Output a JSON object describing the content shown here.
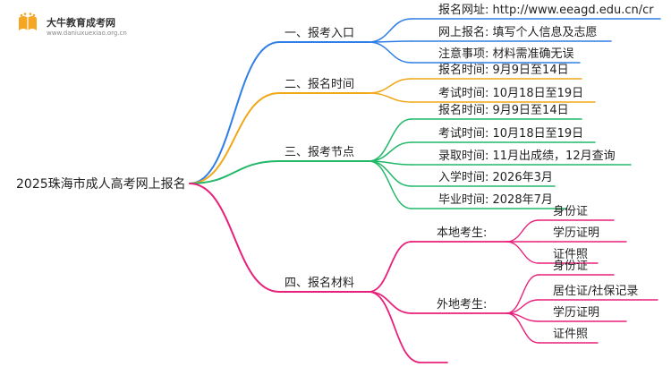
{
  "logo": {
    "title": "大牛教育成考网",
    "url": "www.daniuxuexiao.org.cn"
  },
  "root": "2025珠海市成人高考网上报名",
  "colors": {
    "branch1": "#2f7fe6",
    "branch2": "#f0a818",
    "branch3": "#22b86a",
    "branch4": "#e8207a"
  },
  "branches": [
    {
      "label": "一、报考入口",
      "children": [
        "报名网址: http://www.eeagd.edu.cn/cr",
        "网上报名: 填写个人信息及志愿",
        "注意事项: 材料需准确无误"
      ]
    },
    {
      "label": "二、报名时间",
      "children": [
        "报名时间: 9月9日至14日",
        "考试时间: 10月18日至19日"
      ]
    },
    {
      "label": "三、报考节点",
      "children": [
        "报名时间: 9月9日至14日",
        "考试时间: 10月18日至19日",
        "录取时间: 11月出成绩，12月查询",
        "入学时间: 2026年3月",
        "毕业时间: 2028年7月"
      ]
    },
    {
      "label": "四、报名材料",
      "groups": [
        {
          "label": "本地考生:",
          "children": [
            "身份证",
            "学历证明",
            "证件照"
          ]
        },
        {
          "label": "外地考生:",
          "children": [
            "身份证",
            "居住证/社保记录",
            "学历证明",
            "证件照"
          ]
        }
      ],
      "extra": ""
    }
  ]
}
